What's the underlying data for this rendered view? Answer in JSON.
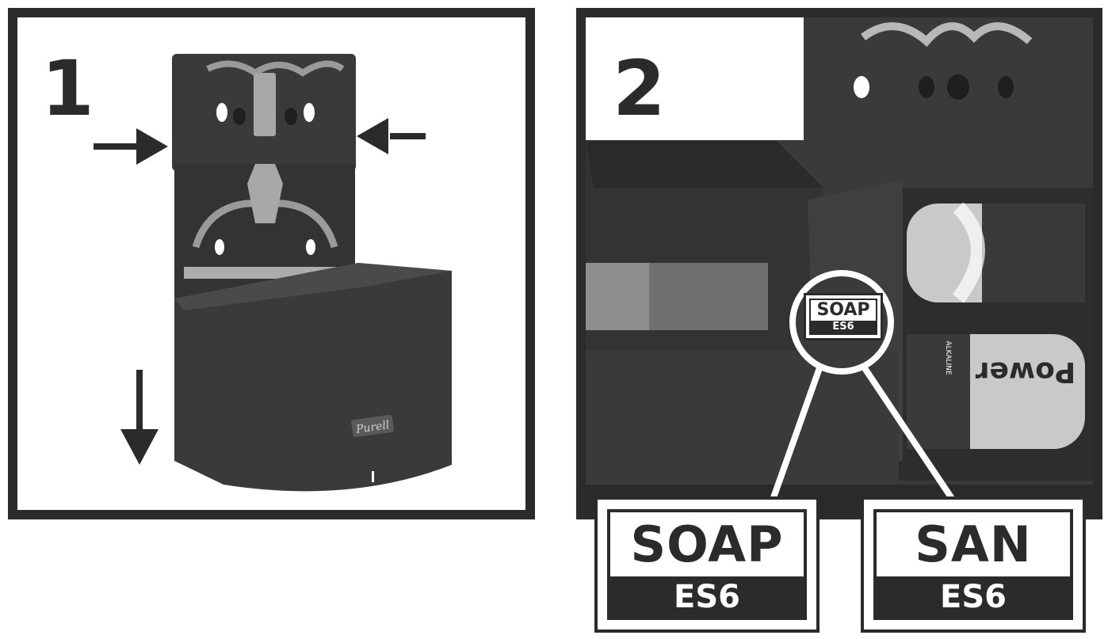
{
  "step1": {
    "number": "1",
    "brand_logo": "Purell"
  },
  "step2": {
    "number": "2",
    "battery_brand": "Power",
    "battery_type": "ALKALINE"
  },
  "zoom_label": {
    "top": "SOAP",
    "bottom": "ES6"
  },
  "labels": [
    {
      "top": "SOAP",
      "bottom": "ES6"
    },
    {
      "top": "SAN",
      "bottom": "ES6"
    }
  ],
  "colors": {
    "ink": "#2b2b2b",
    "dispenser": "#3a3a3a",
    "background": "#ffffff",
    "battery_silver": "#c9c9c9"
  }
}
